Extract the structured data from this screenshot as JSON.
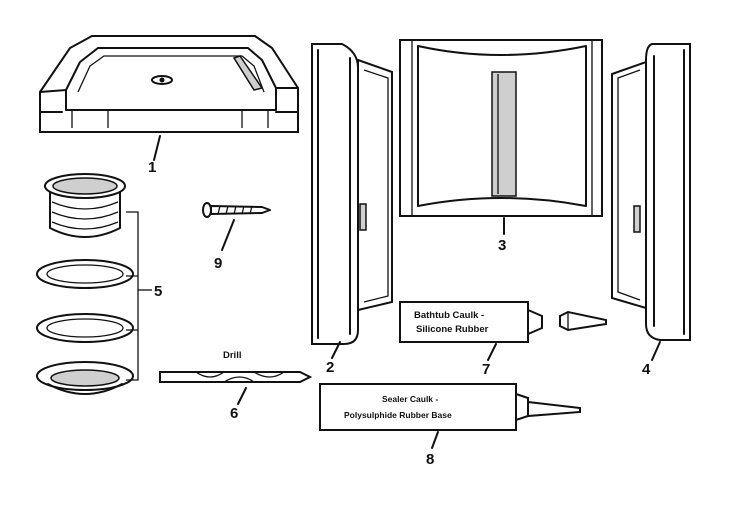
{
  "callouts": {
    "part_1": "1",
    "part_2": "2",
    "part_3": "3",
    "part_4": "4",
    "part_5": "5",
    "part_6": "6",
    "part_7": "7",
    "part_8": "8",
    "part_9": "9"
  },
  "labels": {
    "drill": "Drill",
    "caulk_tube_line1": "Bathtub Caulk -",
    "caulk_tube_line2": "Silicone Rubber",
    "sealer_tube_line1": "Sealer Caulk -",
    "sealer_tube_line2": "Polysulphide Rubber Base"
  }
}
